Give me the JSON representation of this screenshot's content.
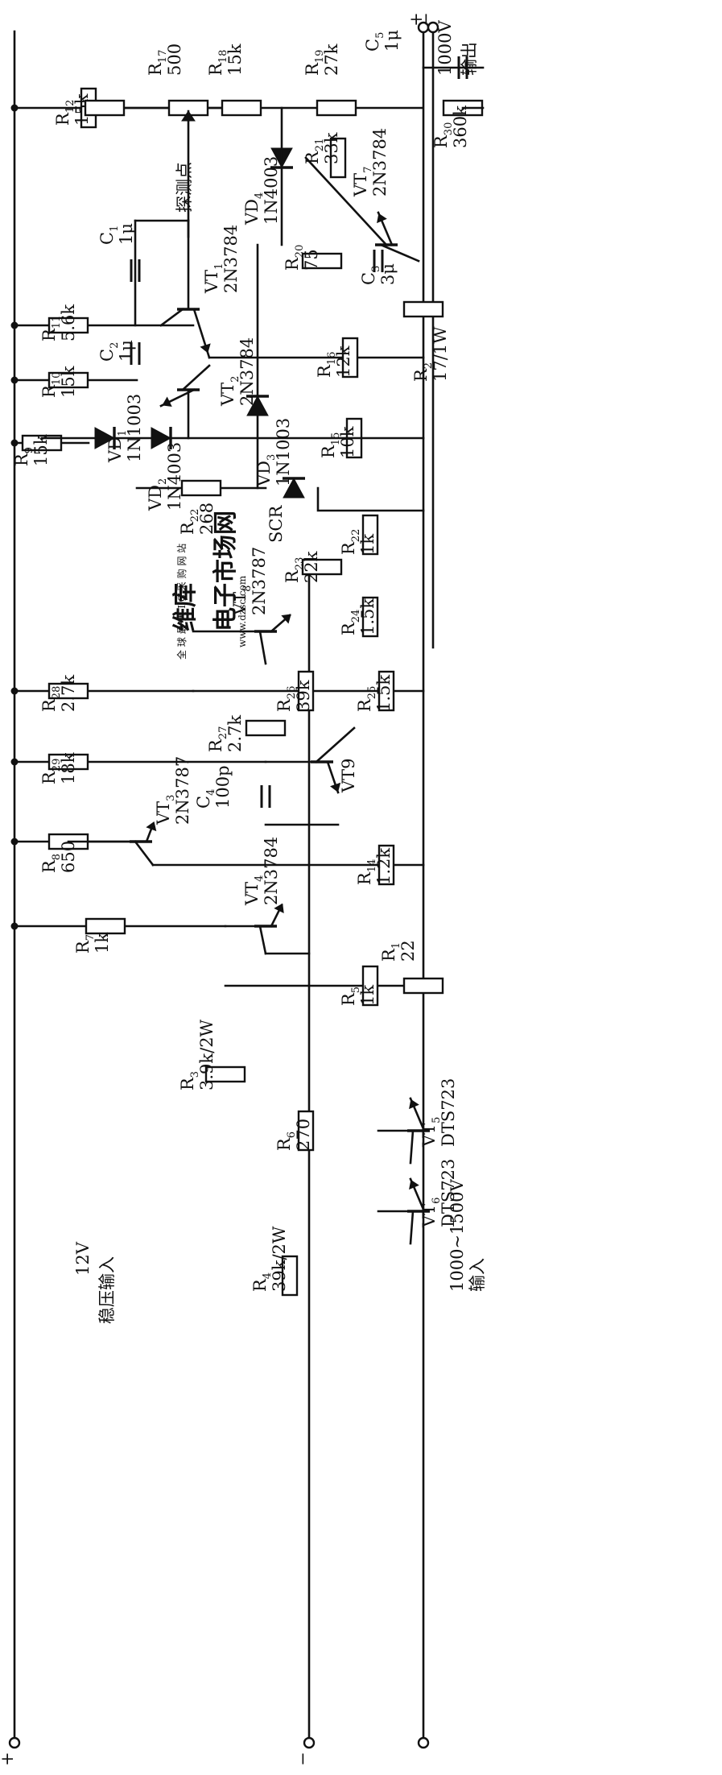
{
  "resistors": {
    "r1": [
      "R",
      "1",
      "22"
    ],
    "r2": [
      "R",
      "2",
      "17/1W"
    ],
    "r3": [
      "R",
      "3",
      "3.9k/2W"
    ],
    "r4": [
      "R",
      "4",
      "39k/2W"
    ],
    "r5": [
      "R",
      "5",
      "1k"
    ],
    "r6": [
      "R",
      "6",
      "270"
    ],
    "r7": [
      "R",
      "7",
      "1k"
    ],
    "r8": [
      "R",
      "8",
      "650"
    ],
    "r9": [
      "R",
      "9",
      "15k"
    ],
    "r10": [
      "R",
      "10",
      "15k"
    ],
    "r11": [
      "R",
      "11",
      "5.6k"
    ],
    "r12": [
      "R",
      "12",
      "15k"
    ],
    "r14": [
      "R",
      "14",
      "1.2k"
    ],
    "r15": [
      "R",
      "15",
      "10k"
    ],
    "r16": [
      "R",
      "16",
      "12k"
    ],
    "r17": [
      "R",
      "17",
      "500"
    ],
    "r18": [
      "R",
      "18",
      "15k"
    ],
    "r19": [
      "R",
      "19",
      "27k"
    ],
    "r20": [
      "R",
      "20",
      "75"
    ],
    "r21": [
      "R",
      "21",
      "33k"
    ],
    "r22a": [
      "R",
      "22",
      "1k"
    ],
    "r22b": [
      "R",
      "22",
      "268"
    ],
    "r23": [
      "R",
      "23",
      "22k"
    ],
    "r24": [
      "R",
      "24",
      "1.5k"
    ],
    "r25": [
      "R",
      "25",
      "1.5k"
    ],
    "r26": [
      "R",
      "26",
      "39k"
    ],
    "r27": [
      "R",
      "27",
      "2.7k"
    ],
    "r28": [
      "R",
      "28",
      "2.7k"
    ],
    "r29": [
      "R",
      "29",
      "18k"
    ],
    "r30": [
      "R",
      "30",
      "360k"
    ]
  },
  "capacitors": {
    "c1": [
      "C",
      "1",
      "1μ"
    ],
    "c2": [
      "C",
      "2",
      "1μ"
    ],
    "c3": [
      "C",
      "3",
      "3μ"
    ],
    "c4": [
      "C",
      "4",
      "100p"
    ],
    "c5": [
      "C",
      "5",
      "1μ"
    ]
  },
  "transistors": {
    "vt1": [
      "VT",
      "1",
      "2N3784"
    ],
    "vt2": [
      "VT",
      "2",
      "2N3784"
    ],
    "vt3": [
      "VT",
      "3",
      "2N3787"
    ],
    "vt4": [
      "VT",
      "4",
      "2N3784"
    ],
    "vt5": [
      "VT",
      "5",
      "DTS723"
    ],
    "vt6": [
      "VT",
      "6",
      "DTS723"
    ],
    "vt7": [
      "VT",
      "7",
      "2N3784"
    ],
    "vt8": [
      "VT",
      "8",
      "2N3787"
    ],
    "vt9": [
      "VT",
      "9",
      ""
    ]
  },
  "diodes": {
    "vd1": [
      "VD",
      "1",
      "1N1003"
    ],
    "vd2": [
      "VD",
      "2",
      "1N4003"
    ],
    "vd3": [
      "VD",
      "3",
      "1N1003"
    ],
    "vd4": [
      "VD",
      "4",
      "1N4003"
    ]
  },
  "scr": "SCR",
  "test_point": "探测点",
  "output_voltage": "1000V",
  "output_label": "输出",
  "input_voltage": "1000~1500V",
  "input_label": "输入",
  "supply_voltage": "12V",
  "supply_label": "稳压输入",
  "plus": "+",
  "minus": "−",
  "watermark": {
    "brand": "维库",
    "name": "电子市场网",
    "url": "www.dzsc.com",
    "slogan": "全 球 最 大 I C 采 购 网 站"
  }
}
